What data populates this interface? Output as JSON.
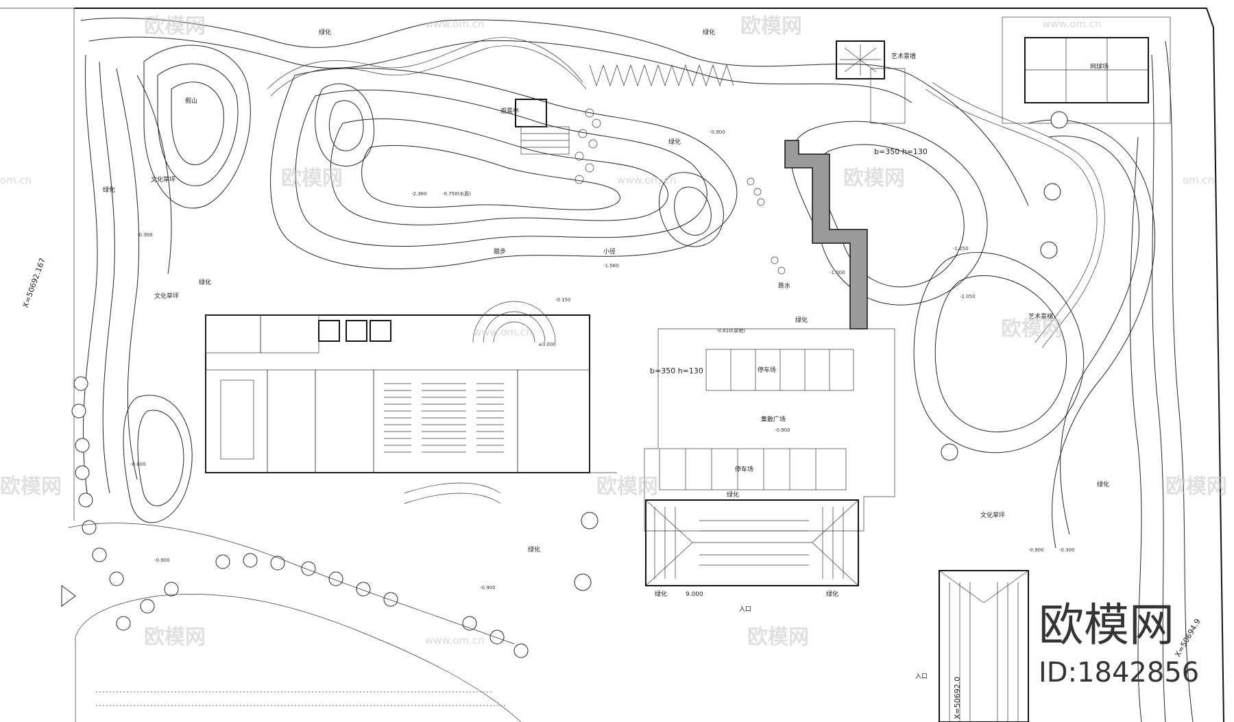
{
  "labels": {
    "greening": "绿化",
    "parking": "停车场",
    "plaza": "集散广场",
    "entrance": "入口",
    "tennis": "网球场",
    "culture_lawn": "文化草坪",
    "art_wall": "艺术景墙",
    "pavilion": "观景亭",
    "rockery": "假山",
    "stair": "踏步",
    "path": "小径",
    "waterfall": "跌水",
    "art_stair": "艺术景梯"
  },
  "elevations": {
    "e1": "-0.900",
    "e2": "-0.300",
    "e3": "-0.600",
    "e4": "-1.560",
    "e5": "-2.360",
    "e6": "-1.000",
    "e7": "-1.250",
    "e8": "-2.050",
    "e9": "-0.150",
    "e10": "±0.000",
    "e11": "9.000",
    "e12": "-0.750(水面)",
    "e13": "-0.610(草地)"
  },
  "dimensions": {
    "step_a": "b=350  h=130",
    "step_b": "b=350 h=130"
  },
  "coordinates": {
    "west": "X=50692.167",
    "east": "X=50694.9",
    "south": "X=50692.0"
  },
  "watermark": {
    "text": "欧模网",
    "url": "www.om.cn",
    "domain_fragment": "om.cn"
  },
  "brand": {
    "name": "欧模网",
    "id": "ID:1842856"
  }
}
